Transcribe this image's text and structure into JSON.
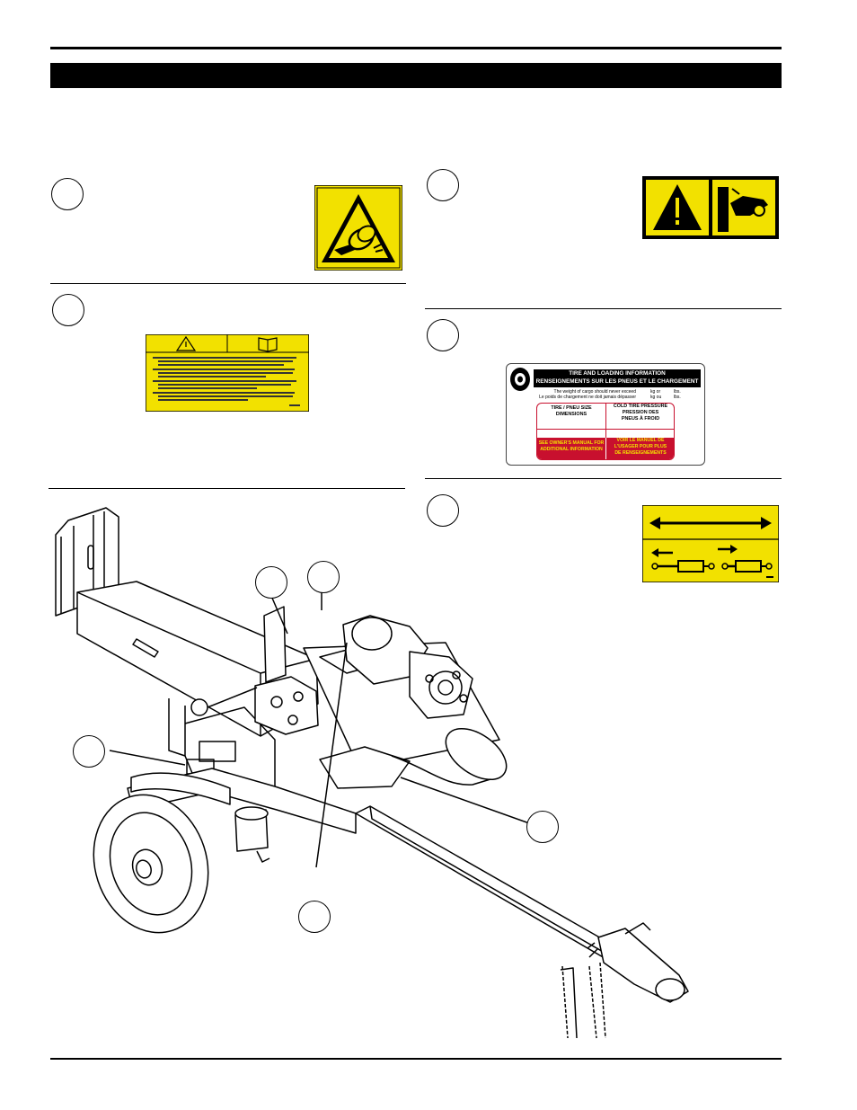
{
  "tire_label": {
    "title_en": "TIRE AND LOADING INFORMATION",
    "title_fr": "RENSEIGNEMENTS SUR LES PNEUS ET LE CHARGEMENT",
    "weight_en": "The weight of cargo should never exceed",
    "weight_fr": "Le poids de chargement ne doit jamais dépasser",
    "unit_kg_1": "kg or",
    "unit_lbs_1": "lbs.",
    "unit_kg_2": "kg ou",
    "unit_lbs_2": "lbs.",
    "col1_line1": "TIRE / PNEU SIZE",
    "col1_line2": "DIMENSIONS",
    "col2_line1": "COLD TIRE PRESSURE",
    "col2_line2": "PRESSION DES",
    "col2_line3": "PNEUS À FROID",
    "foot1_line1": "SEE OWNER'S MANUAL FOR",
    "foot1_line2": "ADDITIONAL INFORMATION",
    "foot2_line1": "VOIR LE MANUEL DE",
    "foot2_line2": "L'USAGER POUR PLUS",
    "foot2_line3": "DE RENSEIGNEMENTS"
  },
  "colors": {
    "decal_yellow": "#f2e100",
    "tire_label_red": "#c8102e",
    "black": "#000000"
  }
}
